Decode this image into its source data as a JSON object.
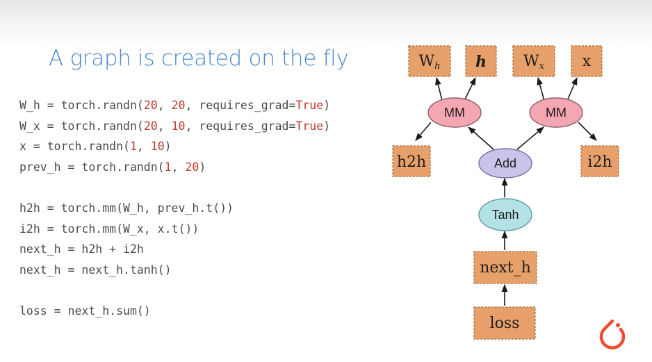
{
  "slide": {
    "title": "A graph is created on the fly",
    "code_lines": [
      [
        {
          "t": "W_h = torch.randn("
        },
        {
          "t": "20",
          "c": "num"
        },
        {
          "t": ", "
        },
        {
          "t": "20",
          "c": "num"
        },
        {
          "t": ", requires_grad="
        },
        {
          "t": "True",
          "c": "kw"
        },
        {
          "t": ")"
        }
      ],
      [
        {
          "t": "W_x = torch.randn("
        },
        {
          "t": "20",
          "c": "num"
        },
        {
          "t": ", "
        },
        {
          "t": "10",
          "c": "num"
        },
        {
          "t": ", requires_grad="
        },
        {
          "t": "True",
          "c": "kw"
        },
        {
          "t": ")"
        }
      ],
      [
        {
          "t": "x = torch.randn("
        },
        {
          "t": "1",
          "c": "num"
        },
        {
          "t": ", "
        },
        {
          "t": "10",
          "c": "num"
        },
        {
          "t": ")"
        }
      ],
      [
        {
          "t": "prev_h = torch.randn("
        },
        {
          "t": "1",
          "c": "num"
        },
        {
          "t": ", "
        },
        {
          "t": "20",
          "c": "num"
        },
        {
          "t": ")"
        }
      ],
      [],
      [
        {
          "t": "h2h = torch.mm(W_h, prev_h.t())"
        }
      ],
      [
        {
          "t": "i2h = torch.mm(W_x, x.t())"
        }
      ],
      [
        {
          "t": "next_h = h2h + i2h"
        }
      ],
      [
        {
          "t": "next_h = next_h.tanh()"
        }
      ],
      [],
      [
        {
          "t": "loss = next_h.sum()"
        }
      ]
    ]
  },
  "graph": {
    "nodes": {
      "w_h": {
        "label": "W",
        "sub": "h"
      },
      "h": {
        "label": "h"
      },
      "w_x": {
        "label": "W",
        "sub": "x"
      },
      "x": {
        "label": "x"
      },
      "mm_left": {
        "label": "MM"
      },
      "mm_right": {
        "label": "MM"
      },
      "h2h": {
        "label": "h2h"
      },
      "i2h": {
        "label": "i2h"
      },
      "add": {
        "label": "Add"
      },
      "tanh": {
        "label": "Tanh"
      },
      "next_h": {
        "label": "next_h"
      },
      "loss": {
        "label": "loss"
      }
    },
    "colors": {
      "variable": "#e7a06a",
      "mm": "#f4a6b3",
      "add": "#c9c4ea",
      "tanh": "#b4e1e6",
      "title": "#4a88c6",
      "logo": "#ee4c2c"
    },
    "logo_icon": "pytorch-logo-icon"
  }
}
